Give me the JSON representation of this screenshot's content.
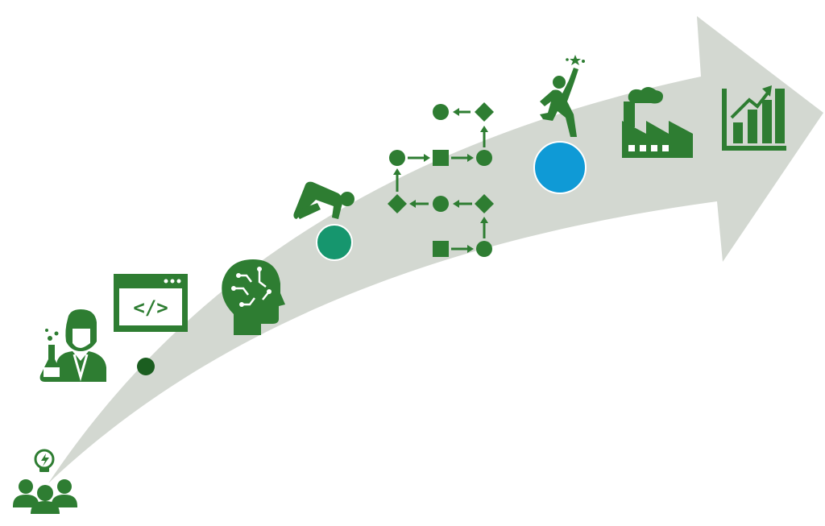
{
  "diagram": {
    "colors": {
      "arrow": "#d3d8d1",
      "icon": "#2e7d32",
      "milestone_small": "#1b5e20",
      "milestone_medium": "#16966e",
      "milestone_large": "#0f9ad6"
    },
    "stages": [
      {
        "icon": "team-idea-icon"
      },
      {
        "icon": "scientist-lab-icon"
      },
      {
        "icon": "code-window-icon",
        "code_label": "</>"
      },
      {
        "icon": "ai-head-icon"
      },
      {
        "icon": "climbing-person-icon"
      },
      {
        "icon": "process-flow-icon"
      },
      {
        "icon": "reaching-stars-icon"
      },
      {
        "icon": "factory-icon"
      },
      {
        "icon": "growth-chart-icon"
      }
    ],
    "milestones": [
      {
        "name": "milestone-small",
        "size": "small"
      },
      {
        "name": "milestone-medium",
        "size": "medium"
      },
      {
        "name": "milestone-large",
        "size": "large"
      }
    ]
  }
}
